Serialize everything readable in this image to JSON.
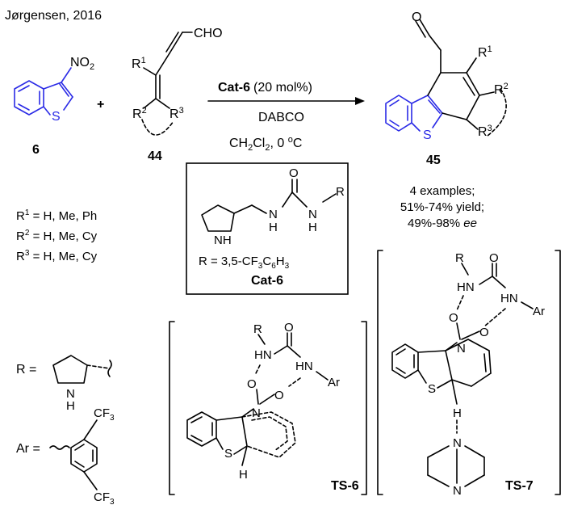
{
  "scheme": {
    "citation": "Jørgensen, 2016",
    "compounds": {
      "c6": {
        "label": "6",
        "nitro": "NO",
        "nitro_sub": "2",
        "sulfur": "S"
      },
      "c44": {
        "label": "44",
        "aldehyde": "CHO",
        "r1": "R",
        "r1_sup": "1",
        "r2": "R",
        "r2_sup": "2",
        "r3": "R",
        "r3_sup": "3"
      },
      "c45": {
        "label": "45",
        "oxygen": "O",
        "sulfur": "S",
        "r1": "R",
        "r1_sup": "1",
        "r2": "R",
        "r2_sup": "2",
        "r3": "R",
        "r3_sup": "3"
      }
    },
    "plus": "+",
    "conditions": {
      "catalyst": "Cat-6",
      "loading": "(20 mol%)",
      "base": "DABCO",
      "solvent_a": "CH",
      "solvent_a_sub": "2",
      "solvent_b": "Cl",
      "solvent_b_sub": "2",
      "temp": ", 0 ",
      "temp_sup": "o",
      "temp_unit": "C"
    },
    "results": {
      "examples": "4 examples;",
      "yield": "51%-74% yield;",
      "ee_value": "49%-98% ",
      "ee_label": "ee"
    },
    "substituents": {
      "r1_line_a": "R",
      "r1_sup": "1",
      "r1_line_b": " = H, Me, Ph",
      "r2_line_a": "R",
      "r2_sup": "2",
      "r2_line_b": " = H, Me, Cy",
      "r3_line_a": "R",
      "r3_sup": "3",
      "r3_line_b": " = H, Me, Cy"
    },
    "cat6_box": {
      "O": "O",
      "NH1": "N",
      "H1": "H",
      "NH2": "N",
      "H2": "H",
      "R": "R",
      "NH3": "N",
      "H3": "H",
      "r_def_a": "R = 3,5-CF",
      "r_def_sub1": "3",
      "r_def_b": "C",
      "r_def_sub2": "6",
      "r_def_c": "H",
      "r_def_sub3": "3",
      "name": "Cat-6"
    },
    "r_definition": {
      "label": "R =",
      "N": "N",
      "H": "H"
    },
    "ar_definition": {
      "label": "Ar =",
      "cf3_top": "CF",
      "cf3_top_sub": "3",
      "cf3_bot": "CF",
      "cf3_bot_sub": "3"
    },
    "ts6": {
      "R": "R",
      "HN1": "HN",
      "O1": "O",
      "HN2": "HN",
      "Ar": "Ar",
      "O2": "O",
      "N": "N",
      "O3": "O",
      "S": "S",
      "H": "H",
      "name": "TS-6"
    },
    "ts7": {
      "R": "R",
      "HN1": "HN",
      "O1": "O",
      "HN2": "HN",
      "Ar": "Ar",
      "O2": "O",
      "N": "N",
      "O3": "O",
      "S": "S",
      "H": "H",
      "N2": "N",
      "N3": "N",
      "name": "TS-7"
    }
  }
}
